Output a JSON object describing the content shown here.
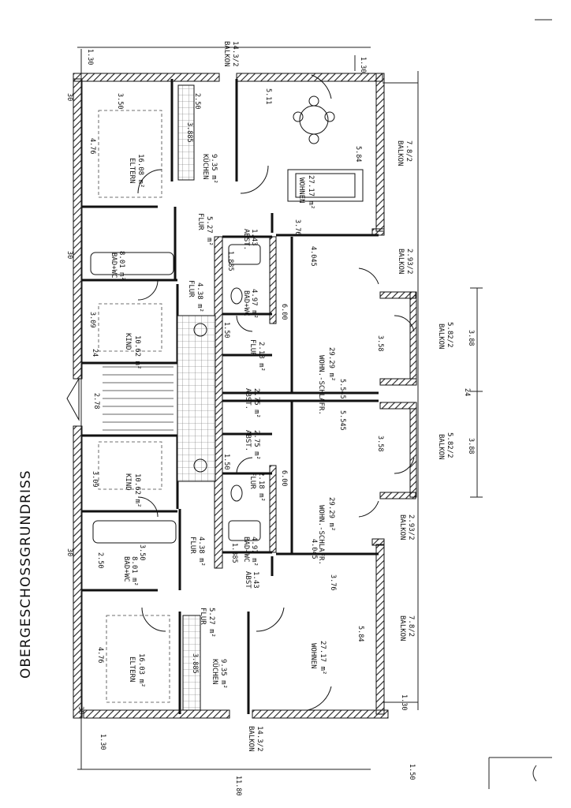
{
  "title": "OBERGESCHOSSGRUNDRISS",
  "rooms": {
    "upper": {
      "eltern": {
        "name": "ELTERN",
        "area": "16.08 m²"
      },
      "kuechen": {
        "name": "KÜCHEN",
        "area": "9.35 m²"
      },
      "wohnen": {
        "name": "WOHNEN",
        "area": "27.17 m²"
      },
      "flur": {
        "name": "FLUR",
        "area": "5.27 m²"
      },
      "abst": {
        "name": "ABST.",
        "area": "1.43"
      },
      "bad": {
        "name": "BAD+WC",
        "area": "8.01 m²"
      },
      "flur2": {
        "name": "FLUR",
        "area": "4.38 m²"
      },
      "badwc2": {
        "name": "BAD+WC",
        "area": "4.97 m²"
      },
      "kind": {
        "name": "KIND",
        "area": "10.62 m²"
      },
      "wohnschlafr": {
        "name": "WOHN.-SCHLAFR.",
        "area": "29.29 m²"
      },
      "flur3": {
        "name": "FLUR",
        "area": "2.18 m²"
      },
      "abst2": {
        "name": "ABST.",
        "area": "2.75 m²"
      }
    },
    "lower": {
      "abst3": {
        "name": "ABST.",
        "area": "2.75 m²"
      },
      "flur4": {
        "name": "FLUR",
        "area": "2.18 m²"
      },
      "wohnschlafr2": {
        "name": "WOHN.-SCHLAFR.",
        "area": "29.29 m²"
      },
      "kind2": {
        "name": "KIND",
        "area": "10.62 m²"
      },
      "flur5": {
        "name": "FLUR",
        "area": "4.38 m²"
      },
      "badwc3": {
        "name": "BAD+WC",
        "area": "4.97 m²"
      },
      "bad2": {
        "name": "BAD+WC",
        "area": "8.01 m²"
      },
      "flur6": {
        "name": "FLUR",
        "area": "5.27 m²"
      },
      "abst4": {
        "name": "ABST",
        "area": "1.43"
      },
      "wohnen2": {
        "name": "WOHNEN",
        "area": "27.17 m²"
      },
      "eltern2": {
        "name": "ELTERN",
        "area": "16.03 m²"
      },
      "kuechen2": {
        "name": "KÜCHEN",
        "area": "9.35 m²"
      }
    }
  },
  "balconies": {
    "b1": {
      "name": "BALKON",
      "area": "14.3/2"
    },
    "b2": {
      "name": "BALKON",
      "area": "7.8/2"
    },
    "b3": {
      "name": "BALKON",
      "area": "2.93/2"
    },
    "b4": {
      "name": "BALKON",
      "area": "5.82/2"
    },
    "b5": {
      "name": "BALKON",
      "area": "5.82/2"
    },
    "b6": {
      "name": "BALKON",
      "area": "2.93/2"
    },
    "b7": {
      "name": "BALKON",
      "area": "7.8/2"
    },
    "b8": {
      "name": "BALKON",
      "area": "14.3/2"
    }
  },
  "dims": {
    "d130a": "1.30",
    "d130b": "1.30",
    "d130c": "1.30",
    "d130d": "1.30",
    "d476a": "4.76",
    "d476b": "4.76",
    "d350a": "3.50",
    "d250a": "2.50",
    "d511a": "5.11",
    "d3885a": "3.885",
    "d3885b": "3.885",
    "d584a": "5.84",
    "d584b": "5.84",
    "d376a": "3.76",
    "d376b": "3.76",
    "d4045a": "4.045",
    "d4045b": "4.045",
    "d1885a": "1.885",
    "d1885b": "1.885",
    "d600a": "6.00",
    "d600b": "6.00",
    "d358a": "3.58",
    "d358b": "3.58",
    "d5545a": "5.545",
    "d5545b": "5.545",
    "d388a": "3.88",
    "d388b": "3.88",
    "d309a": "3.09",
    "d309b": "3.09",
    "d278": "2.78",
    "d24a": "24",
    "d24b": "24",
    "d150a": "1.50",
    "d150b": "1.50",
    "d350b": "3.50",
    "d250b": "2.50",
    "d30a": "30",
    "d30b": "30",
    "d30c": "30",
    "d30d": "30",
    "d150bot": "1.50",
    "d1180": "11.80"
  }
}
